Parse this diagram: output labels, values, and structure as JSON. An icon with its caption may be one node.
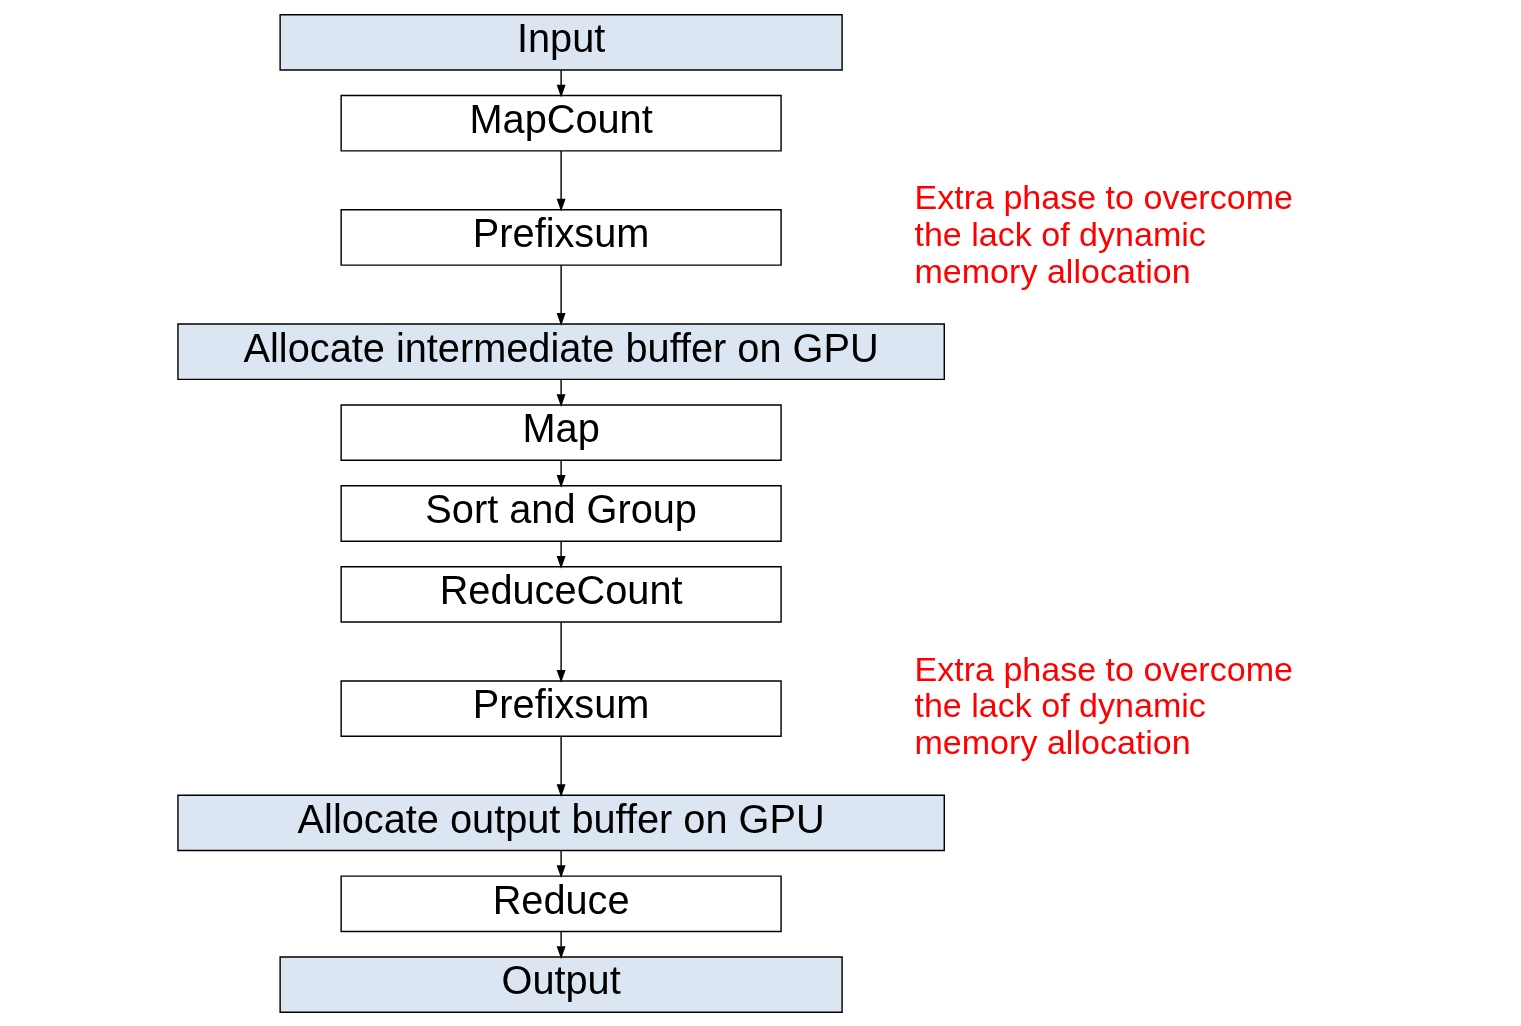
{
  "diagram": {
    "nodes": [
      {
        "text": [
          "Input"
        ]
      },
      {
        "text": [
          "MapCount"
        ]
      },
      {
        "text": [
          "Prefixsum"
        ]
      },
      {
        "text": [
          "Allocate intermediate buffer on GPU"
        ]
      },
      {
        "text": [
          "Map"
        ]
      },
      {
        "text": [
          "Sort and Group"
        ]
      },
      {
        "text": [
          "ReduceCount"
        ]
      },
      {
        "text": [
          "Prefixsum"
        ]
      },
      {
        "text": [
          "Allocate output buffer on GPU"
        ]
      },
      {
        "text": [
          "Reduce"
        ]
      },
      {
        "text": [
          "Output"
        ]
      }
    ],
    "edges": [
      {
        "from": 0,
        "to": 1,
        "arrow": "to"
      },
      {
        "from": 1,
        "to": 2,
        "arrow": "to"
      },
      {
        "from": 2,
        "to": 3,
        "arrow": "to"
      },
      {
        "from": 3,
        "to": 4,
        "arrow": "to"
      },
      {
        "from": 4,
        "to": 5,
        "arrow": "to"
      },
      {
        "from": 5,
        "to": 6,
        "arrow": "to"
      },
      {
        "from": 6,
        "to": 7,
        "arrow": "to"
      },
      {
        "from": 7,
        "to": 8,
        "arrow": "to"
      },
      {
        "from": 8,
        "to": 9,
        "arrow": "to"
      },
      {
        "from": 9,
        "to": 10,
        "arrow": "to"
      }
    ],
    "labels": [
      "Extra phase to overcome the lack of dynamic memory allocation",
      "Extra phase to overcome the lack of dynamic memory allocation"
    ]
  }
}
